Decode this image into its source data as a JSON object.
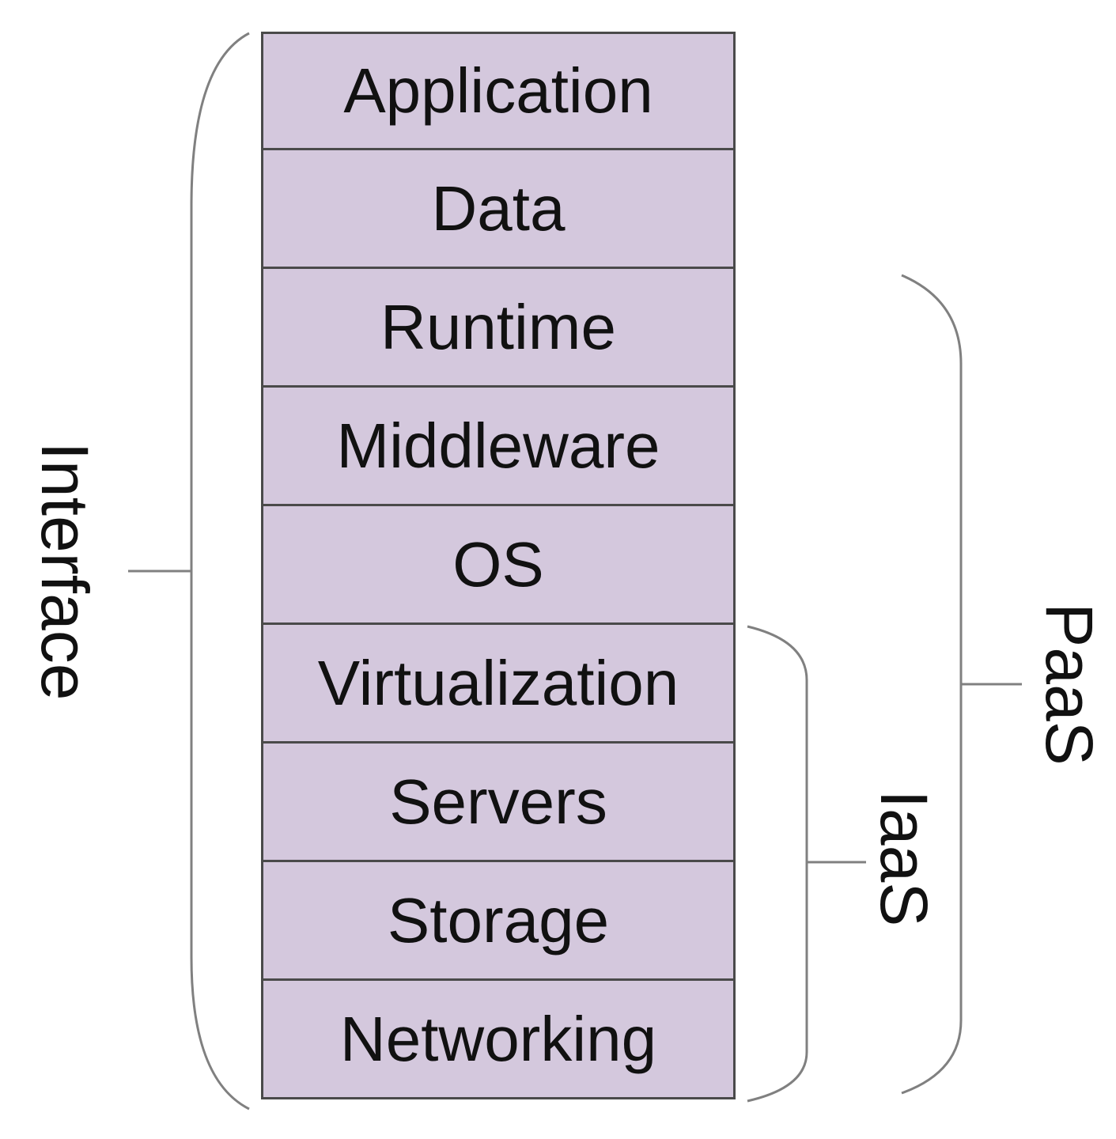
{
  "stack": {
    "layers": [
      {
        "label": "Application"
      },
      {
        "label": "Data"
      },
      {
        "label": "Runtime"
      },
      {
        "label": "Middleware"
      },
      {
        "label": "OS"
      },
      {
        "label": "Virtualization"
      },
      {
        "label": "Servers"
      },
      {
        "label": "Storage"
      },
      {
        "label": "Networking"
      }
    ],
    "fill_color": "#d4c8dd",
    "border_color": "#4a4a4a"
  },
  "brackets": {
    "interface": {
      "label": "Interface",
      "covers": [
        "Application",
        "Networking"
      ]
    },
    "paas": {
      "label": "PaaS",
      "covers": [
        "Runtime",
        "Networking"
      ]
    },
    "iaas": {
      "label": "IaaS",
      "covers": [
        "Virtualization",
        "Networking"
      ]
    }
  }
}
